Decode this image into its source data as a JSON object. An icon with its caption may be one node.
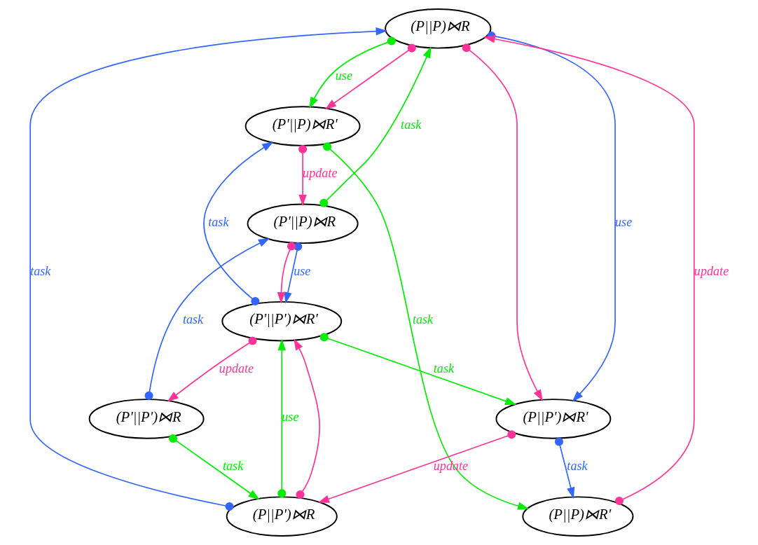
{
  "diagram": {
    "nodes": [
      {
        "text": [
          "(P||P)⋈R"
        ]
      },
      {
        "text": [
          "(P'||P)⋈R'"
        ]
      },
      {
        "text": [
          "(P||P')⋈R'"
        ]
      },
      {
        "text": [
          "(P'||P)⋈R"
        ]
      },
      {
        "text": [
          "(P||P)⋈R'"
        ]
      },
      {
        "text": [
          "(P||P')⋈R"
        ]
      },
      {
        "text": [
          "(P'||P')⋈R'"
        ]
      },
      {
        "text": [
          "(P'||P')⋈R"
        ]
      }
    ],
    "edges": [
      {
        "from": 3,
        "to": 0,
        "arrow": "to",
        "label": "task",
        "color": "#00ee00"
      },
      {
        "from": 5,
        "to": 0,
        "arrow": "to",
        "label": "task",
        "color": "#3366ff"
      },
      {
        "from": 0,
        "to": 1,
        "arrow": "to",
        "label": "use",
        "color": "#00ee00"
      },
      {
        "from": 0,
        "to": 1,
        "arrow": "to",
        "color": "#ff3399"
      },
      {
        "from": 0,
        "to": 2,
        "arrow": "to",
        "label": "use",
        "color": "#3366ff"
      },
      {
        "from": 0,
        "to": 2,
        "arrow": "to",
        "color": "#ff3399"
      },
      {
        "from": 4,
        "to": 0,
        "arrow": "to",
        "label": "update",
        "color": "#ff3399"
      },
      {
        "from": 1,
        "to": 3,
        "arrow": "to",
        "label": "update",
        "color": "#ff3399"
      },
      {
        "from": 1,
        "to": 4,
        "arrow": "to",
        "label": "task",
        "color": "#00ee00"
      },
      {
        "from": 2,
        "to": 4,
        "arrow": "to",
        "label": "task",
        "color": "#3366ff"
      },
      {
        "from": 2,
        "to": 5,
        "arrow": "to",
        "label": "update",
        "color": "#ff3399"
      },
      {
        "from": 6,
        "to": 1,
        "arrow": "to",
        "label": "task",
        "color": "#3366ff"
      },
      {
        "from": 6,
        "to": 2,
        "arrow": "to",
        "label": "task",
        "color": "#00ee00"
      },
      {
        "from": 3,
        "to": 6,
        "arrow": "to",
        "label": "use",
        "color": "#3366ff"
      },
      {
        "from": 3,
        "to": 6,
        "arrow": "to",
        "color": "#ff3399"
      },
      {
        "from": 5,
        "to": 6,
        "arrow": "to",
        "label": "use",
        "color": "#00ee00"
      },
      {
        "from": 5,
        "to": 6,
        "arrow": "to",
        "color": "#ff3399"
      },
      {
        "from": 6,
        "to": 7,
        "arrow": "to",
        "label": "update",
        "color": "#ff3399"
      },
      {
        "from": 7,
        "to": 3,
        "arrow": "to",
        "label": "task",
        "color": "#3366ff"
      },
      {
        "from": 7,
        "to": 5,
        "arrow": "to",
        "label": "task",
        "color": "#00ee00"
      }
    ]
  }
}
